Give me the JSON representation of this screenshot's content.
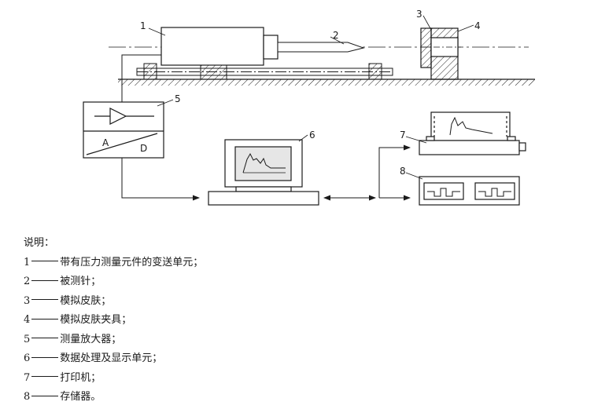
{
  "diagram": {
    "callouts": [
      "1",
      "2",
      "3",
      "4",
      "5",
      "6",
      "7",
      "8"
    ],
    "adc_labels": {
      "analog": "A",
      "digital": "D"
    }
  },
  "legend": {
    "heading": "说明：",
    "items": [
      {
        "num": "1",
        "text": "带有压力测量元件的变送单元；"
      },
      {
        "num": "2",
        "text": "被测针；"
      },
      {
        "num": "3",
        "text": "模拟皮肤；"
      },
      {
        "num": "4",
        "text": "模拟皮肤夹具；"
      },
      {
        "num": "5",
        "text": "测量放大器；"
      },
      {
        "num": "6",
        "text": "数据处理及显示单元；"
      },
      {
        "num": "7",
        "text": "打印机；"
      },
      {
        "num": "8",
        "text": "存储器。"
      }
    ]
  }
}
